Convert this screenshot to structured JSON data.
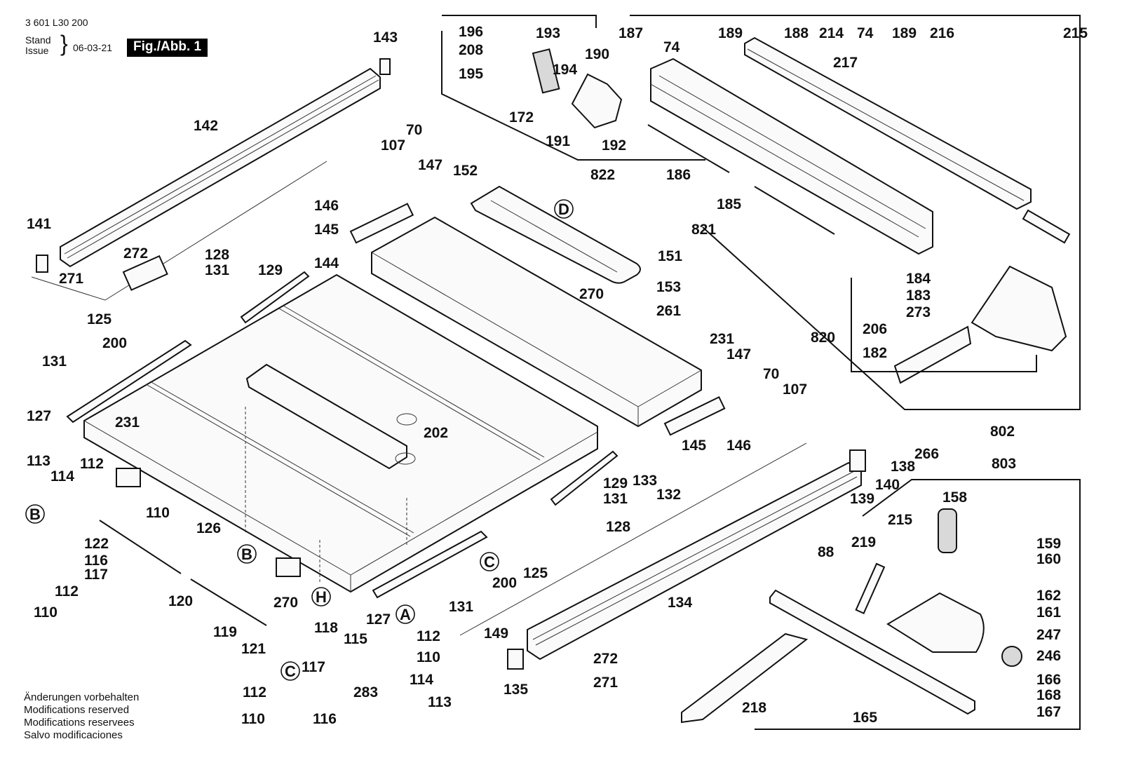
{
  "header": {
    "document_number": "3 601 L30 200",
    "stand_label": "Stand",
    "issue_label": "Issue",
    "brace": "}",
    "date": "06-03-21",
    "figure_label": "Fig./Abb. 1"
  },
  "footer": {
    "lines": [
      "Änderungen vorbehalten",
      "Modifications reserved",
      "Modifications reservees",
      "Salvo modificaciones"
    ]
  },
  "part_labels": [
    {
      "id": "143",
      "text": "143"
    },
    {
      "id": "142",
      "text": "142"
    },
    {
      "id": "141",
      "text": "141"
    },
    {
      "id": "272a",
      "text": "272"
    },
    {
      "id": "271a",
      "text": "271"
    },
    {
      "id": "107a",
      "text": "107"
    },
    {
      "id": "70a",
      "text": "70"
    },
    {
      "id": "147a",
      "text": "147"
    },
    {
      "id": "152",
      "text": "152"
    },
    {
      "id": "146a",
      "text": "146"
    },
    {
      "id": "145a",
      "text": "145"
    },
    {
      "id": "144",
      "text": "144"
    },
    {
      "id": "128a",
      "text": "128"
    },
    {
      "id": "131a",
      "text": "131"
    },
    {
      "id": "129a",
      "text": "129"
    },
    {
      "id": "125a",
      "text": "125"
    },
    {
      "id": "200a",
      "text": "200"
    },
    {
      "id": "131b",
      "text": "131"
    },
    {
      "id": "127a",
      "text": "127"
    },
    {
      "id": "231a",
      "text": "231"
    },
    {
      "id": "202",
      "text": "202"
    },
    {
      "id": "151",
      "text": "151"
    },
    {
      "id": "270a",
      "text": "270"
    },
    {
      "id": "153",
      "text": "153"
    },
    {
      "id": "261",
      "text": "261"
    },
    {
      "id": "231b",
      "text": "231"
    },
    {
      "id": "147b",
      "text": "147"
    },
    {
      "id": "70b",
      "text": "70"
    },
    {
      "id": "107b",
      "text": "107"
    },
    {
      "id": "145b",
      "text": "145"
    },
    {
      "id": "146b",
      "text": "146"
    },
    {
      "id": "196",
      "text": "196"
    },
    {
      "id": "208",
      "text": "208"
    },
    {
      "id": "195",
      "text": "195"
    },
    {
      "id": "193",
      "text": "193"
    },
    {
      "id": "194",
      "text": "194"
    },
    {
      "id": "190",
      "text": "190"
    },
    {
      "id": "172",
      "text": "172"
    },
    {
      "id": "191",
      "text": "191"
    },
    {
      "id": "192",
      "text": "192"
    },
    {
      "id": "822",
      "text": "822"
    },
    {
      "id": "187",
      "text": "187"
    },
    {
      "id": "74a",
      "text": "74"
    },
    {
      "id": "189a",
      "text": "189"
    },
    {
      "id": "188",
      "text": "188"
    },
    {
      "id": "214",
      "text": "214"
    },
    {
      "id": "74b",
      "text": "74"
    },
    {
      "id": "189b",
      "text": "189"
    },
    {
      "id": "216",
      "text": "216"
    },
    {
      "id": "215a",
      "text": "215"
    },
    {
      "id": "217",
      "text": "217"
    },
    {
      "id": "186",
      "text": "186"
    },
    {
      "id": "185",
      "text": "185"
    },
    {
      "id": "821",
      "text": "821"
    },
    {
      "id": "184",
      "text": "184"
    },
    {
      "id": "183",
      "text": "183"
    },
    {
      "id": "273",
      "text": "273"
    },
    {
      "id": "206",
      "text": "206"
    },
    {
      "id": "182",
      "text": "182"
    },
    {
      "id": "820",
      "text": "820"
    },
    {
      "id": "802",
      "text": "802"
    },
    {
      "id": "266",
      "text": "266"
    },
    {
      "id": "138",
      "text": "138"
    },
    {
      "id": "140",
      "text": "140"
    },
    {
      "id": "139",
      "text": "139"
    },
    {
      "id": "803",
      "text": "803"
    },
    {
      "id": "158",
      "text": "158"
    },
    {
      "id": "215b",
      "text": "215"
    },
    {
      "id": "219",
      "text": "219"
    },
    {
      "id": "159",
      "text": "159"
    },
    {
      "id": "160",
      "text": "160"
    },
    {
      "id": "162",
      "text": "162"
    },
    {
      "id": "161",
      "text": "161"
    },
    {
      "id": "247",
      "text": "247"
    },
    {
      "id": "246",
      "text": "246"
    },
    {
      "id": "166",
      "text": "166"
    },
    {
      "id": "168",
      "text": "168"
    },
    {
      "id": "167",
      "text": "167"
    },
    {
      "id": "165",
      "text": "165"
    },
    {
      "id": "218",
      "text": "218"
    },
    {
      "id": "88",
      "text": "88"
    },
    {
      "id": "134",
      "text": "134"
    },
    {
      "id": "149",
      "text": "149"
    },
    {
      "id": "135",
      "text": "135"
    },
    {
      "id": "272b",
      "text": "272"
    },
    {
      "id": "271b",
      "text": "271"
    },
    {
      "id": "133",
      "text": "133"
    },
    {
      "id": "132",
      "text": "132"
    },
    {
      "id": "129b",
      "text": "129"
    },
    {
      "id": "131c",
      "text": "131"
    },
    {
      "id": "128b",
      "text": "128"
    },
    {
      "id": "125b",
      "text": "125"
    },
    {
      "id": "200b",
      "text": "200"
    },
    {
      "id": "131d",
      "text": "131"
    },
    {
      "id": "127b",
      "text": "127"
    },
    {
      "id": "126",
      "text": "126"
    },
    {
      "id": "270b",
      "text": "270"
    },
    {
      "id": "120",
      "text": "120"
    },
    {
      "id": "113a",
      "text": "113"
    },
    {
      "id": "114a",
      "text": "114"
    },
    {
      "id": "112a",
      "text": "112"
    },
    {
      "id": "110a",
      "text": "110"
    },
    {
      "id": "122",
      "text": "122"
    },
    {
      "id": "116a",
      "text": "116"
    },
    {
      "id": "117a",
      "text": "117"
    },
    {
      "id": "112b",
      "text": "112"
    },
    {
      "id": "110b",
      "text": "110"
    },
    {
      "id": "119",
      "text": "119"
    },
    {
      "id": "121",
      "text": "121"
    },
    {
      "id": "118",
      "text": "118"
    },
    {
      "id": "115",
      "text": "115"
    },
    {
      "id": "112c",
      "text": "112"
    },
    {
      "id": "110c",
      "text": "110"
    },
    {
      "id": "117b",
      "text": "117"
    },
    {
      "id": "283",
      "text": "283"
    },
    {
      "id": "114b",
      "text": "114"
    },
    {
      "id": "113b",
      "text": "113"
    },
    {
      "id": "112d",
      "text": "112"
    },
    {
      "id": "110d",
      "text": "110"
    },
    {
      "id": "116b",
      "text": "116"
    }
  ],
  "reference_markers": [
    {
      "id": "A",
      "text": "A"
    },
    {
      "id": "B1",
      "text": "B"
    },
    {
      "id": "B2",
      "text": "B"
    },
    {
      "id": "C1",
      "text": "C"
    },
    {
      "id": "C2",
      "text": "C"
    },
    {
      "id": "D",
      "text": "D"
    },
    {
      "id": "H",
      "text": "H"
    }
  ]
}
